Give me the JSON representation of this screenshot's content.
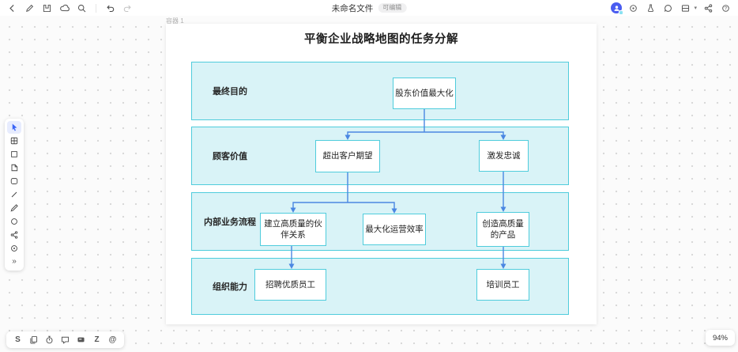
{
  "top_bar": {
    "title": "未命名文件",
    "badge": "可编辑",
    "left_icons": [
      "back-icon",
      "pen-icon",
      "save-icon",
      "cloud-icon",
      "search-icon",
      "undo-icon",
      "redo-icon"
    ],
    "right_icons": [
      "avatar",
      "theme-icon",
      "experiment-icon",
      "comment-icon",
      "layout-icon",
      "share-icon",
      "help-icon"
    ]
  },
  "left_toolbar": {
    "items": [
      "select-tool",
      "table-tool",
      "frame-tool",
      "note-tool",
      "shape-tool",
      "line-tool",
      "pencil-tool",
      "circle-tool",
      "connector-tool",
      "circle-dot-tool",
      "more-tools"
    ],
    "more_glyph": "»"
  },
  "bottom_toolbar": {
    "letter_s": "S",
    "letter_z": "Z",
    "at_glyph": "@",
    "items": [
      "letter-s-icon",
      "pages-icon",
      "timer-icon",
      "comment-icon",
      "card-icon",
      "letter-z-icon",
      "at-icon"
    ]
  },
  "status": {
    "zoom_level": "94%"
  },
  "canvas": {
    "page_label": "容器 1"
  },
  "diagram": {
    "title": "平衡企业战略地图的任务分解",
    "bands": [
      {
        "label": "最终目的",
        "boxes": [
          "股东价值最大化"
        ]
      },
      {
        "label": "顾客价值",
        "boxes": [
          "超出客户期望",
          "激发忠诚"
        ]
      },
      {
        "label": "内部业务流程",
        "boxes": [
          "建立高质量的伙伴关系",
          "最大化运营效率",
          "创造高质量的产品"
        ]
      },
      {
        "label": "组织能力",
        "boxes": [
          "招聘优质员工",
          "培训员工"
        ]
      }
    ],
    "colors": {
      "band_fill": "#d9f3f7",
      "band_border": "#4fccdc",
      "box_fill": "#ffffff",
      "box_border": "#4fccdc",
      "connector": "#4a87e2"
    }
  }
}
